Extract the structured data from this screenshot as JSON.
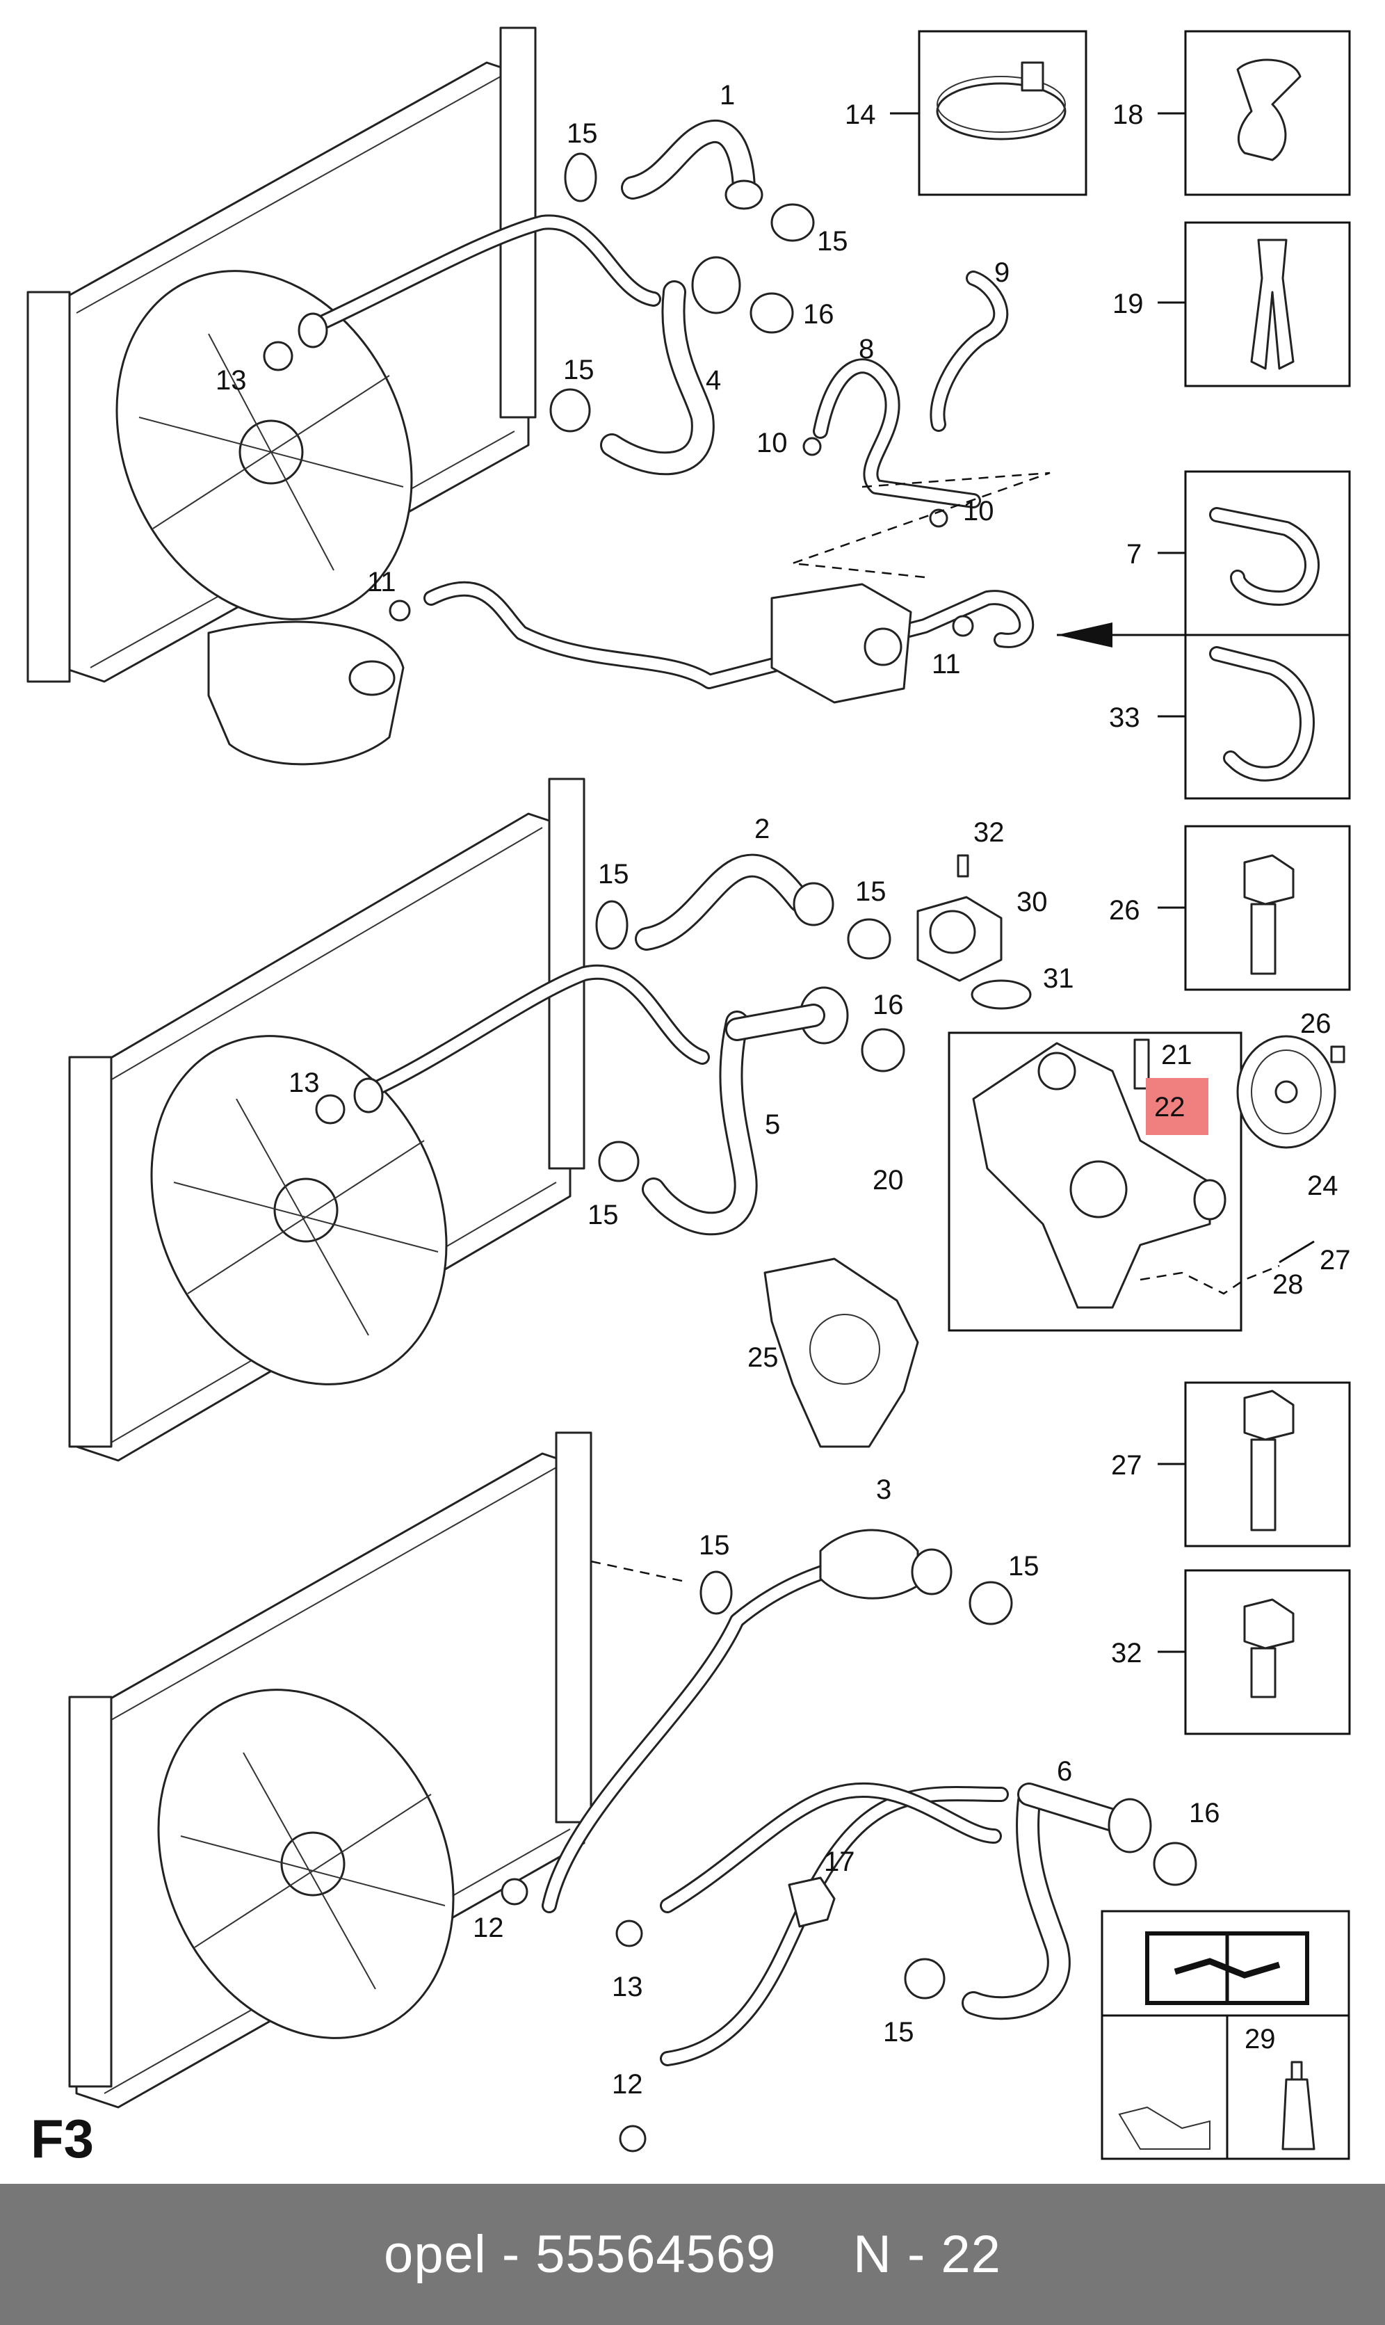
{
  "section_code": "F3",
  "footer": {
    "text": "opel - 55564569     N - 22"
  },
  "highlight_color": "#f08080",
  "callouts": {
    "c1": "1",
    "c2": "2",
    "c3": "3",
    "c4": "4",
    "c5": "5",
    "c6": "6",
    "c7": "7",
    "c8": "8",
    "c9": "9",
    "c10a": "10",
    "c10b": "10",
    "c11a": "11",
    "c11b": "11",
    "c12a": "12",
    "c12b": "12",
    "c13a": "13",
    "c13b": "13",
    "c13c": "13",
    "c14": "14",
    "c15a": "15",
    "c15b": "15",
    "c15c": "15",
    "c15d": "15",
    "c15e": "15",
    "c15f": "15",
    "c15g": "15",
    "c15h": "15",
    "c15i": "15",
    "c16a": "16",
    "c16b": "16",
    "c16c": "16",
    "c17": "17",
    "c18": "18",
    "c19": "19",
    "c20": "20",
    "c21": "21",
    "c22": "22",
    "c24": "24",
    "c25": "25",
    "c26a": "26",
    "c26b": "26",
    "c27a": "27",
    "c27b": "27",
    "c28": "28",
    "c29": "29",
    "c30": "30",
    "c31": "31",
    "c32a": "32",
    "c32b": "32",
    "c33": "33"
  }
}
